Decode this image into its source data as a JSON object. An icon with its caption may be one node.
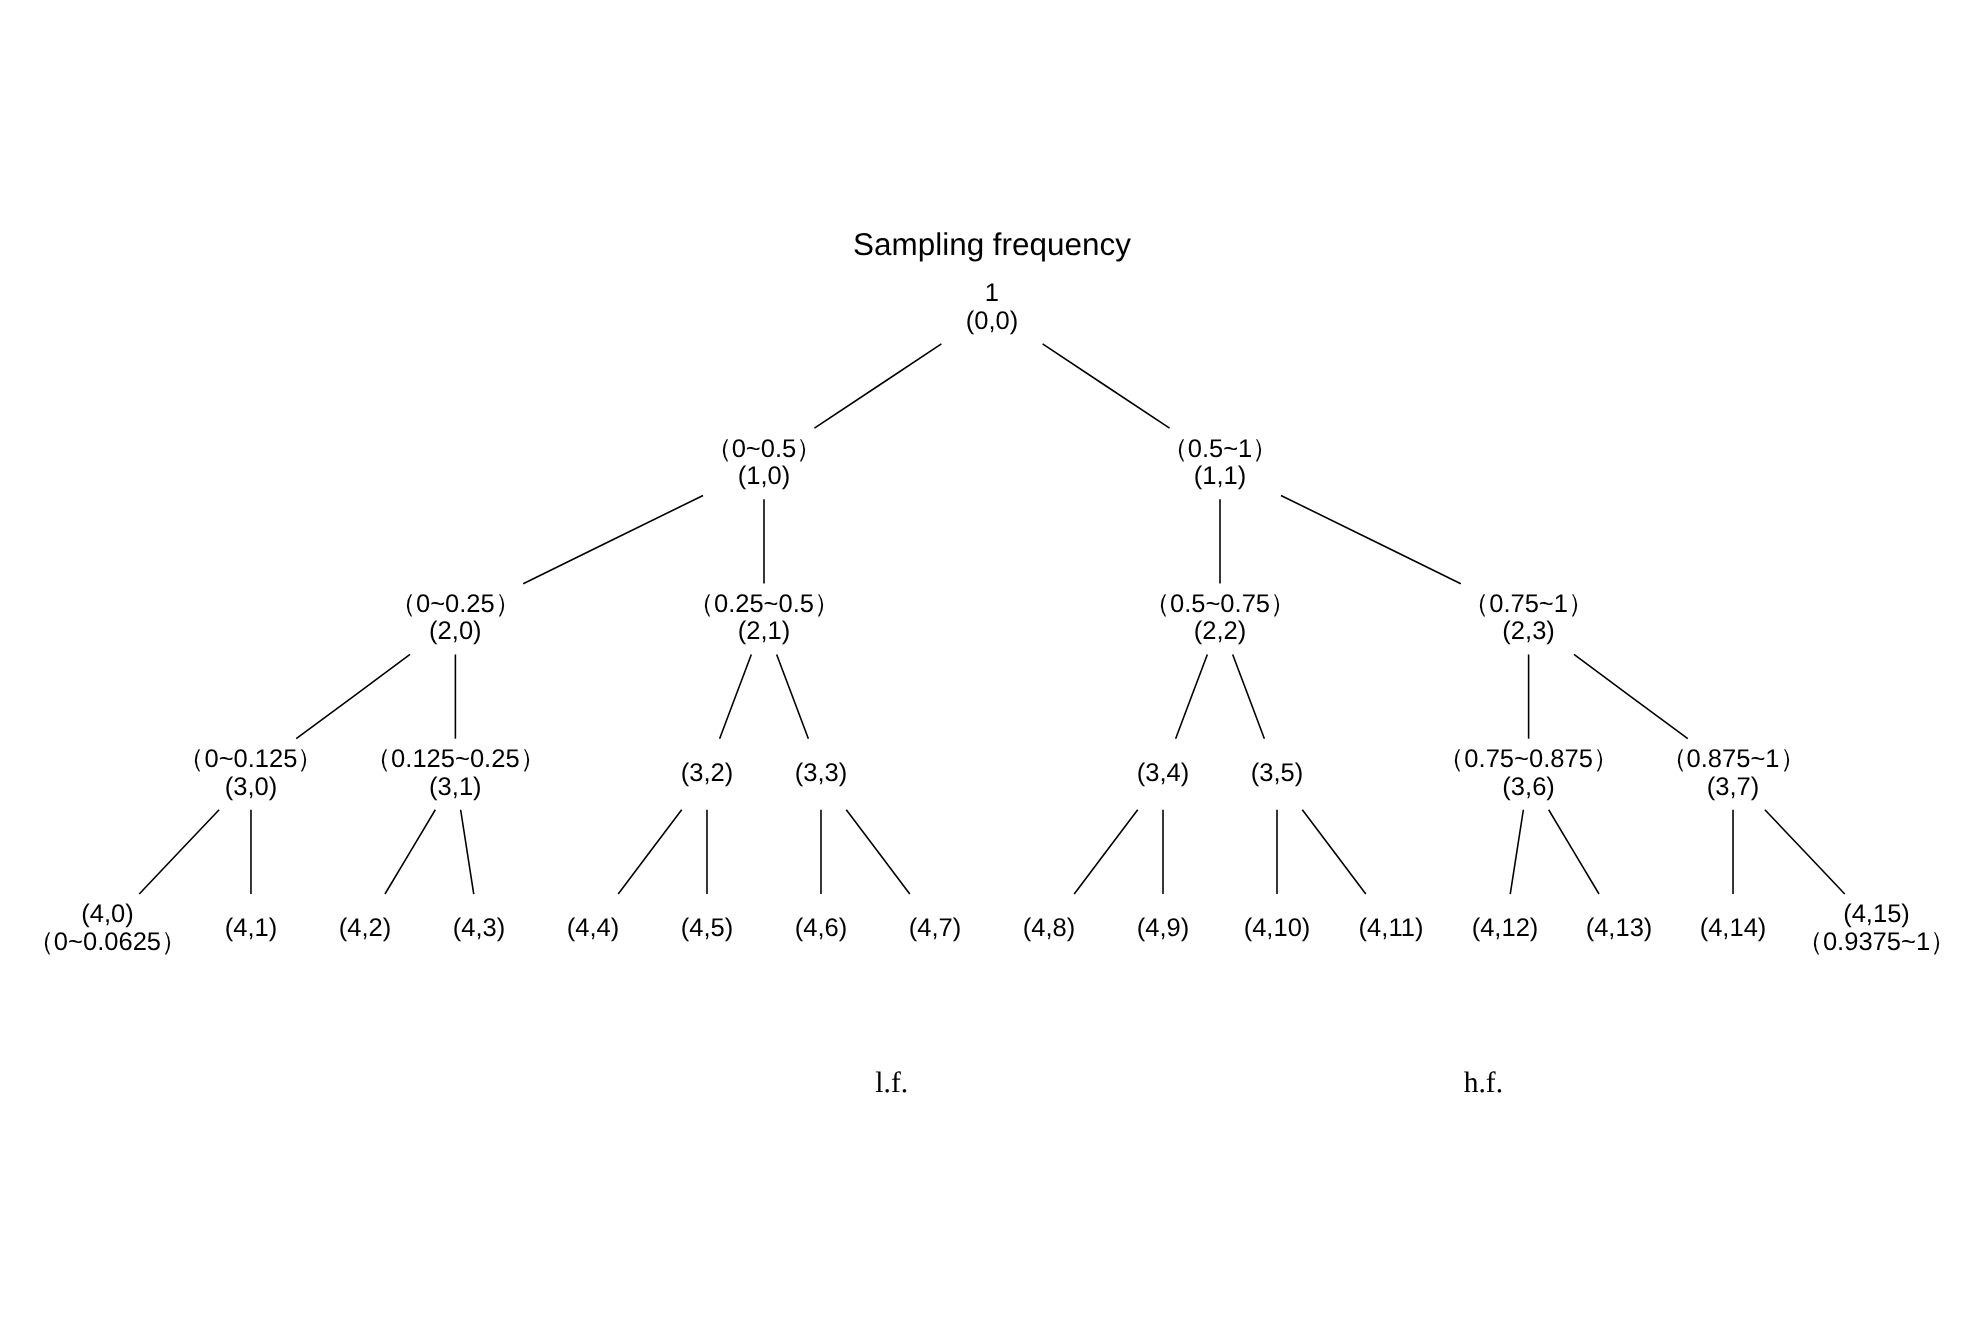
{
  "diagram": {
    "title": "Sampling frequency",
    "nodes": [
      {
        "text": [
          "1",
          "(0,0)"
        ]
      },
      {
        "text": [
          "（0~0.5）",
          "(1,0)"
        ]
      },
      {
        "text": [
          "（0.5~1）",
          "(1,1)"
        ]
      },
      {
        "text": [
          "（0~0.25）",
          "(2,0)"
        ]
      },
      {
        "text": [
          "（0.25~0.5）",
          "(2,1)"
        ]
      },
      {
        "text": [
          "（0.5~0.75）",
          "(2,2)"
        ]
      },
      {
        "text": [
          "（0.75~1）",
          "(2,3)"
        ]
      },
      {
        "text": [
          "（0~0.125）",
          "(3,0)"
        ]
      },
      {
        "text": [
          "（0.125~0.25）",
          "(3,1)"
        ]
      },
      {
        "text": [
          "(3,2)"
        ]
      },
      {
        "text": [
          "(3,3)"
        ]
      },
      {
        "text": [
          "(3,4)"
        ]
      },
      {
        "text": [
          "(3,5)"
        ]
      },
      {
        "text": [
          "（0.75~0.875）",
          "(3,6)"
        ]
      },
      {
        "text": [
          "（0.875~1）",
          "(3,7)"
        ]
      },
      {
        "text": [
          "(4,0)"
        ],
        "beside": [
          "（0~0.0625）"
        ]
      },
      {
        "text": [
          "(4,1)"
        ]
      },
      {
        "text": [
          "(4,2)"
        ]
      },
      {
        "text": [
          "(4,3)"
        ]
      },
      {
        "text": [
          "(4,4)"
        ]
      },
      {
        "text": [
          "(4,5)"
        ]
      },
      {
        "text": [
          "(4,6)"
        ]
      },
      {
        "text": [
          "(4,7)"
        ]
      },
      {
        "text": [
          "(4,8)"
        ]
      },
      {
        "text": [
          "(4,9)"
        ]
      },
      {
        "text": [
          "(4,10)"
        ]
      },
      {
        "text": [
          "(4,11)"
        ]
      },
      {
        "text": [
          "(4,12)"
        ]
      },
      {
        "text": [
          "(4,13)"
        ]
      },
      {
        "text": [
          "(4,14)"
        ]
      },
      {
        "text": [
          "(4,15)"
        ],
        "beside": [
          "（0.9375~1）"
        ]
      }
    ],
    "edges": [
      {
        "from": 0,
        "to": 1,
        "arrow": "none"
      },
      {
        "from": 0,
        "to": 2,
        "arrow": "none"
      },
      {
        "from": 1,
        "to": 3,
        "arrow": "none"
      },
      {
        "from": 1,
        "to": 4,
        "arrow": "none"
      },
      {
        "from": 2,
        "to": 5,
        "arrow": "none"
      },
      {
        "from": 2,
        "to": 6,
        "arrow": "none"
      },
      {
        "from": 3,
        "to": 7,
        "arrow": "none"
      },
      {
        "from": 3,
        "to": 8,
        "arrow": "none"
      },
      {
        "from": 4,
        "to": 9,
        "arrow": "none"
      },
      {
        "from": 4,
        "to": 10,
        "arrow": "none"
      },
      {
        "from": 5,
        "to": 11,
        "arrow": "none"
      },
      {
        "from": 5,
        "to": 12,
        "arrow": "none"
      },
      {
        "from": 6,
        "to": 13,
        "arrow": "none"
      },
      {
        "from": 6,
        "to": 14,
        "arrow": "none"
      },
      {
        "from": 7,
        "to": 15,
        "arrow": "none"
      },
      {
        "from": 7,
        "to": 16,
        "arrow": "none"
      },
      {
        "from": 8,
        "to": 17,
        "arrow": "none"
      },
      {
        "from": 8,
        "to": 18,
        "arrow": "none"
      },
      {
        "from": 9,
        "to": 19,
        "arrow": "none"
      },
      {
        "from": 9,
        "to": 20,
        "arrow": "none"
      },
      {
        "from": 10,
        "to": 21,
        "arrow": "none"
      },
      {
        "from": 10,
        "to": 22,
        "arrow": "none"
      },
      {
        "from": 11,
        "to": 23,
        "arrow": "none"
      },
      {
        "from": 11,
        "to": 24,
        "arrow": "none"
      },
      {
        "from": 12,
        "to": 25,
        "arrow": "none"
      },
      {
        "from": 12,
        "to": 26,
        "arrow": "none"
      },
      {
        "from": 13,
        "to": 27,
        "arrow": "none"
      },
      {
        "from": 13,
        "to": 28,
        "arrow": "none"
      },
      {
        "from": 14,
        "to": 29,
        "arrow": "none"
      },
      {
        "from": 14,
        "to": 30,
        "arrow": "none"
      }
    ],
    "labels": [
      "l.f.",
      "h.f."
    ]
  }
}
